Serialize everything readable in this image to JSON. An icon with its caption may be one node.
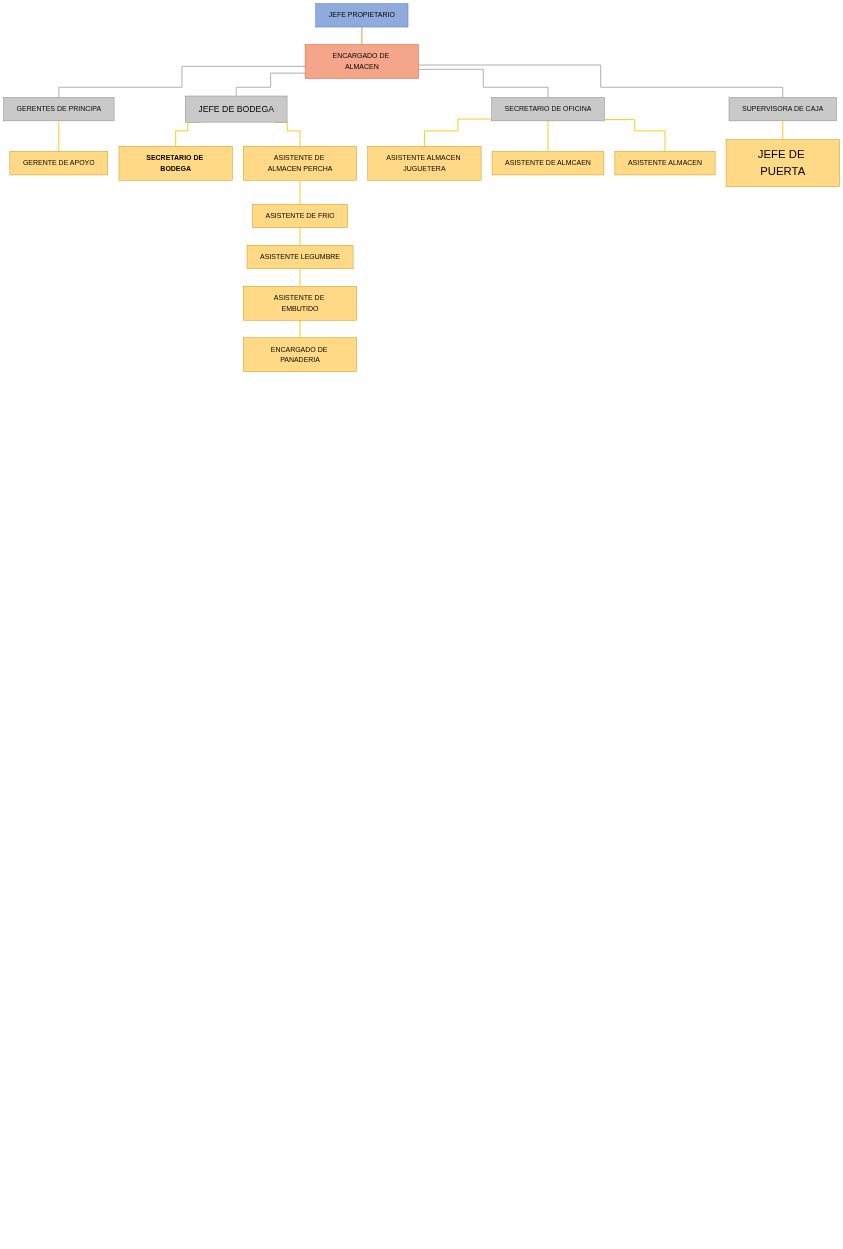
{
  "diagram": {
    "nodes": [
      {
        "text": [
          "JEFE PROPIETARIO"
        ]
      },
      {
        "text": [
          "ENCARGADO DE ALMACEN"
        ]
      },
      {
        "text": [
          "GERENTES DE PRINCIPA"
        ]
      },
      {
        "text": [
          "GERENTE DE APOYO"
        ]
      },
      {
        "text": [
          "JEFE DE BODEGA"
        ]
      },
      {
        "text": [
          "SECRETARIO DE OFICINA"
        ]
      },
      {
        "text": [
          "SUPERVISORA DE CAJA"
        ]
      },
      {
        "text": [
          "SECRETARIO DE BODEGA"
        ]
      },
      {
        "text": [
          "ASISTENTE DE ALMACEN PERCHA"
        ]
      },
      {
        "text": [
          "ASISTENTE DE FRIO"
        ]
      },
      {
        "text": [
          "ASISTENTE LEGUMBRE"
        ]
      },
      {
        "text": [
          "ASISTENTE DE EMBUTIDO"
        ]
      },
      {
        "text": [
          "ENCARGADO DE PANADERIA"
        ]
      },
      {
        "text": [
          "ASISTENTE ALMACEN JUGUETERA"
        ]
      },
      {
        "text": [
          "ASISTENTE DE ALMCAEN"
        ]
      },
      {
        "text": [
          "ASISTENTE ALMACEN"
        ]
      },
      {
        "text": [
          "JEFE DE PUERTA"
        ]
      }
    ],
    "edges": [
      {
        "from": 0,
        "to": 1,
        "arrow": "none",
        "color": "#ed7d31"
      },
      {
        "from": 1,
        "to": 2,
        "arrow": "none",
        "color": "#a5a5a5"
      },
      {
        "from": 2,
        "to": 3,
        "arrow": "none"
      },
      {
        "from": 1,
        "to": 4,
        "arrow": "none",
        "color": "#a5a5a5"
      },
      {
        "from": 1,
        "to": 5,
        "arrow": "none",
        "color": "#a5a5a5"
      },
      {
        "from": 1,
        "to": 6,
        "arrow": "none",
        "color": "#a5a5a5"
      },
      {
        "from": 4,
        "to": 7,
        "arrow": "none"
      },
      {
        "from": 4,
        "to": 8,
        "arrow": "none"
      },
      {
        "from": 8,
        "to": 9,
        "arrow": "none"
      },
      {
        "from": 9,
        "to": 10,
        "arrow": "none"
      },
      {
        "from": 10,
        "to": 11,
        "arrow": "none"
      },
      {
        "from": 11,
        "to": 12,
        "arrow": "none"
      },
      {
        "from": 5,
        "to": 13,
        "arrow": "none"
      },
      {
        "from": 5,
        "to": 14,
        "arrow": "none"
      },
      {
        "from": 5,
        "to": 15,
        "arrow": "none"
      },
      {
        "from": 6,
        "to": 16,
        "arrow": "none"
      }
    ]
  }
}
